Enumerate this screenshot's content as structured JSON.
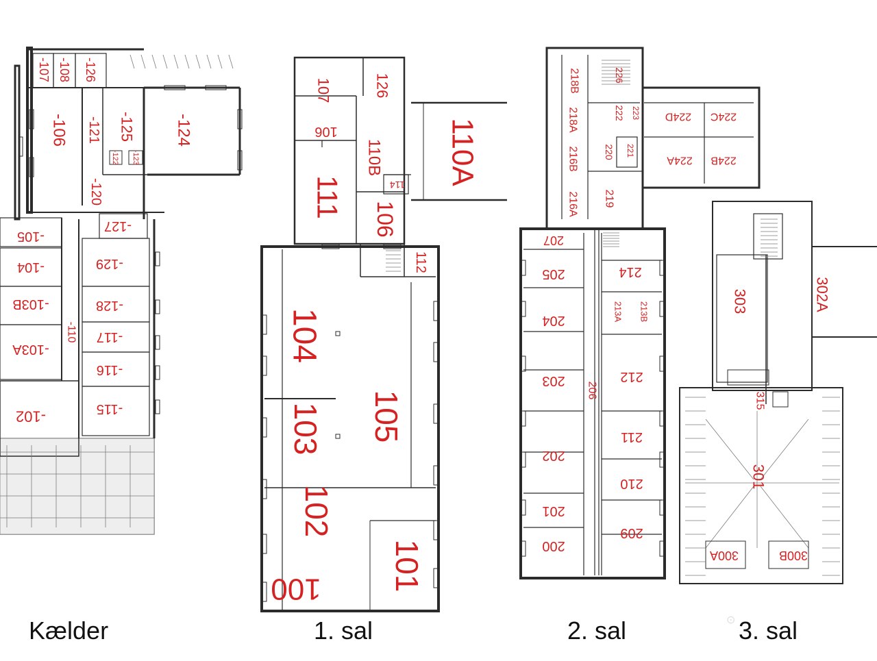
{
  "colors": {
    "room_label": "#d42222",
    "wall": "#2b2b2b",
    "thin_line": "#7a7a7a",
    "neighbor_fill": "#eeeeee",
    "text": "#111111"
  },
  "floors": [
    {
      "label": "Kælder",
      "rooms": [
        "-107",
        "-108",
        "-126",
        "-106",
        "-121",
        "-125",
        "-124",
        "-122",
        "-123",
        "-120",
        "-127",
        "-105",
        "-129",
        "-104",
        "-128",
        "-103B",
        "-110",
        "-117",
        "-103A",
        "-116",
        "-102",
        "-115"
      ]
    },
    {
      "label": "1. sal",
      "rooms": [
        "107",
        "126",
        "106",
        "110B",
        "110A",
        "111",
        "114",
        "106",
        "112",
        "104",
        "105",
        "103",
        "102",
        "101",
        "100"
      ]
    },
    {
      "label": "2. sal",
      "rooms": [
        "218B",
        "226",
        "222",
        "223",
        "224D",
        "224C",
        "218A",
        "216B",
        "220",
        "221",
        "224A",
        "224B",
        "219",
        "216A",
        "207",
        "205",
        "214",
        "213A",
        "213B",
        "204",
        "203",
        "206",
        "212",
        "211",
        "202",
        "210",
        "201",
        "209",
        "200"
      ]
    },
    {
      "label": "3. sal",
      "rooms": [
        "303",
        "302A",
        "315",
        "301",
        "300A",
        "300B"
      ]
    }
  ]
}
